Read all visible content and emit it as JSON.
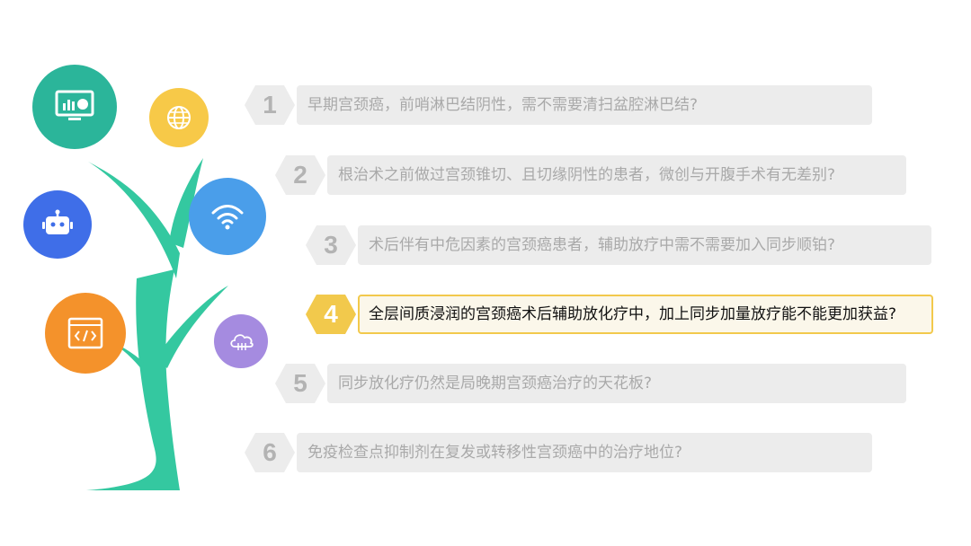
{
  "icons": {
    "monitor": {
      "name": "monitor-chart-icon",
      "color": "#2bb59a"
    },
    "globe": {
      "name": "globe-icon",
      "color": "#f7c948"
    },
    "robot": {
      "name": "robot-icon",
      "color": "#3f6ee8"
    },
    "wifi": {
      "name": "wifi-icon",
      "color": "#4a9eea"
    },
    "code": {
      "name": "code-window-icon",
      "color": "#f4922b"
    },
    "cloud": {
      "name": "cloud-icon",
      "color": "#a58be0"
    }
  },
  "tree_color": "#34c8a0",
  "highlight_color": "#f2c94c",
  "questions": [
    {
      "num": "1",
      "text": "早期宫颈癌，前哨淋巴结阴性，需不需要清扫盆腔淋巴结?",
      "active": false
    },
    {
      "num": "2",
      "text": "根治术之前做过宫颈锥切、且切缘阴性的患者，微创与开腹手术有无差别?",
      "active": false
    },
    {
      "num": "3",
      "text": "术后伴有中危因素的宫颈癌患者，辅助放疗中需不需要加入同步顺铂?",
      "active": false
    },
    {
      "num": "4",
      "text": "全层间质浸润的宫颈癌术后辅助放化疗中，加上同步加量放疗能不能更加获益?",
      "active": true
    },
    {
      "num": "5",
      "text": "同步放化疗仍然是局晚期宫颈癌治疗的天花板?",
      "active": false
    },
    {
      "num": "6",
      "text": "免疫检查点抑制剂在复发或转移性宫颈癌中的治疗地位?",
      "active": false
    }
  ]
}
